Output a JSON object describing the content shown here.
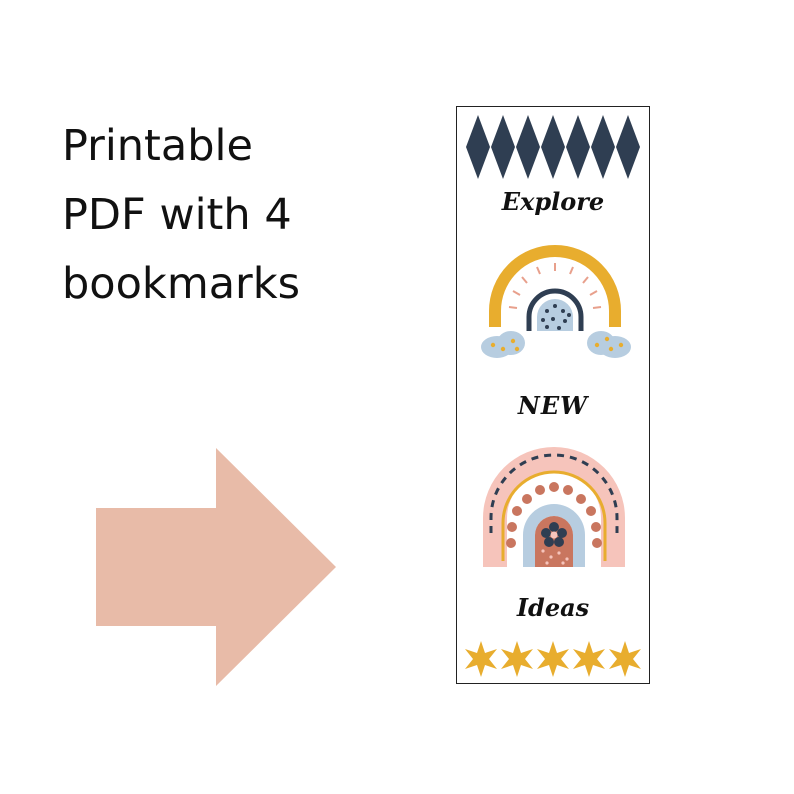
{
  "headline": {
    "lines": [
      "Printable",
      "PDF with 4",
      "bookmarks"
    ]
  },
  "arrow": {
    "icon": "arrow-right-icon",
    "color": "#e8bba8"
  },
  "bookmark": {
    "words": [
      "Explore",
      "NEW",
      "Ideas"
    ],
    "colors": {
      "navy": "#2f3e52",
      "mustard": "#e8ad2e",
      "blush": "#f6c4bb",
      "sky": "#b7cde0",
      "terracotta": "#c9765f",
      "border": "#222222"
    }
  }
}
